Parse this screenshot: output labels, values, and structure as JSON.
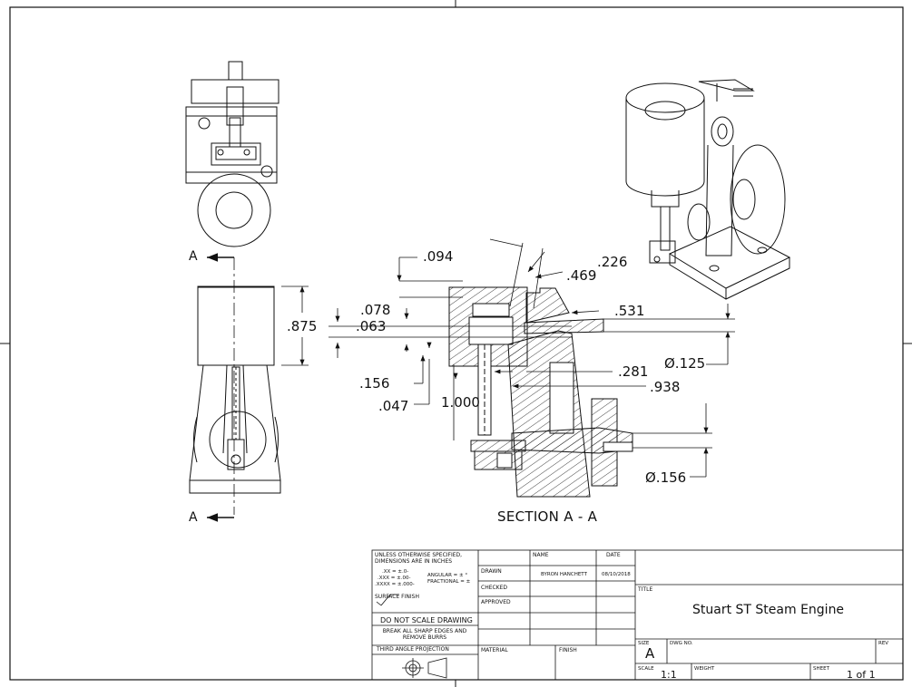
{
  "view_labels": {
    "section_mark_top": "A",
    "section_mark_bottom": "A",
    "section_title": "SECTION A - A"
  },
  "dimensions": {
    "d094": ".094",
    "d226": ".226",
    "d469": ".469",
    "d078": ".078",
    "d063": ".063",
    "d875": ".875",
    "d531": ".531",
    "d125": "Ø.125",
    "d156a": ".156",
    "d281": ".281",
    "d938": ".938",
    "d047": ".047",
    "d1000": "1.000",
    "d156b": "Ø.156"
  },
  "title_block": {
    "tolerance_header": "UNLESS OTHERWISE SPECIFIED, DIMENSIONS ARE IN INCHES",
    "tol_xx": ".XX = ±.0-",
    "tol_xxx": ".XXX = ±.00-",
    "tol_xxxx": ".XXXX = ±.000-",
    "tol_angular": "ANGULAR = ± °",
    "tol_fractional": "FRACTIONAL = ±",
    "surface_finish": "SURFACE FINISH",
    "do_not_scale": "DO NOT SCALE DRAWING",
    "break_edges": "BREAK ALL SHARP EDGES AND REMOVE BURRS",
    "projection": "THIRD ANGLE PROJECTION",
    "col_name": "NAME",
    "col_date": "DATE",
    "row_drawn": "DRAWN",
    "row_checked": "CHECKED",
    "row_approved": "APPROVED",
    "drawn_name": "BYRON HANCHETT",
    "drawn_date": "08/10/2018",
    "material": "MATERIAL",
    "finish": "FINISH",
    "title_label": "TITLE",
    "title": "Stuart ST Steam Engine",
    "size_label": "SIZE",
    "size": "A",
    "dwg_no_label": "DWG NO.",
    "rev_label": "REV",
    "scale_label": "SCALE",
    "scale": "1:1",
    "weight_label": "WEIGHT",
    "sheet_label": "SHEET",
    "sheet": "1 of 1"
  }
}
